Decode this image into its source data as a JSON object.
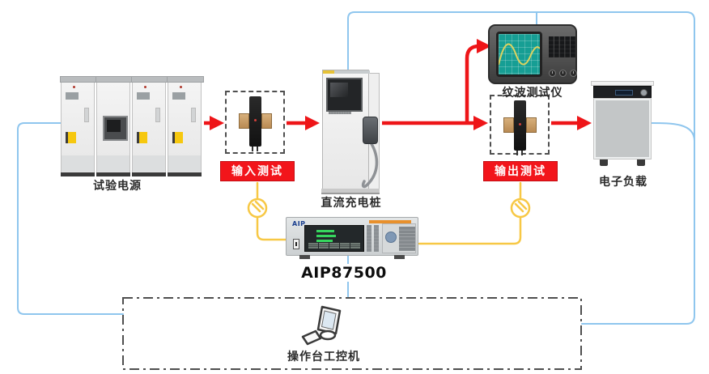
{
  "colors": {
    "arrow_red": "#ee1518",
    "label_red_bg": "#f2151b",
    "line_blue": "#8fc6ee",
    "line_yellow": "#f7c845",
    "dash_gray": "#4f4f4f",
    "screen_teal": "#169e94",
    "wave_yellow": "#ddd35f"
  },
  "nodes": {
    "power_source": {
      "label": "试验电源"
    },
    "input_test": {
      "label": "输入测试"
    },
    "charger": {
      "label": "直流充电桩"
    },
    "ripple_tester": {
      "label": "纹波测试仪"
    },
    "output_test": {
      "label": "输出测试"
    },
    "electronic_load": {
      "label": "电子负载"
    },
    "power_analyzer": {
      "label": "AIP87500",
      "brand": "AIP"
    },
    "console": {
      "label": "操作台工控机"
    }
  }
}
